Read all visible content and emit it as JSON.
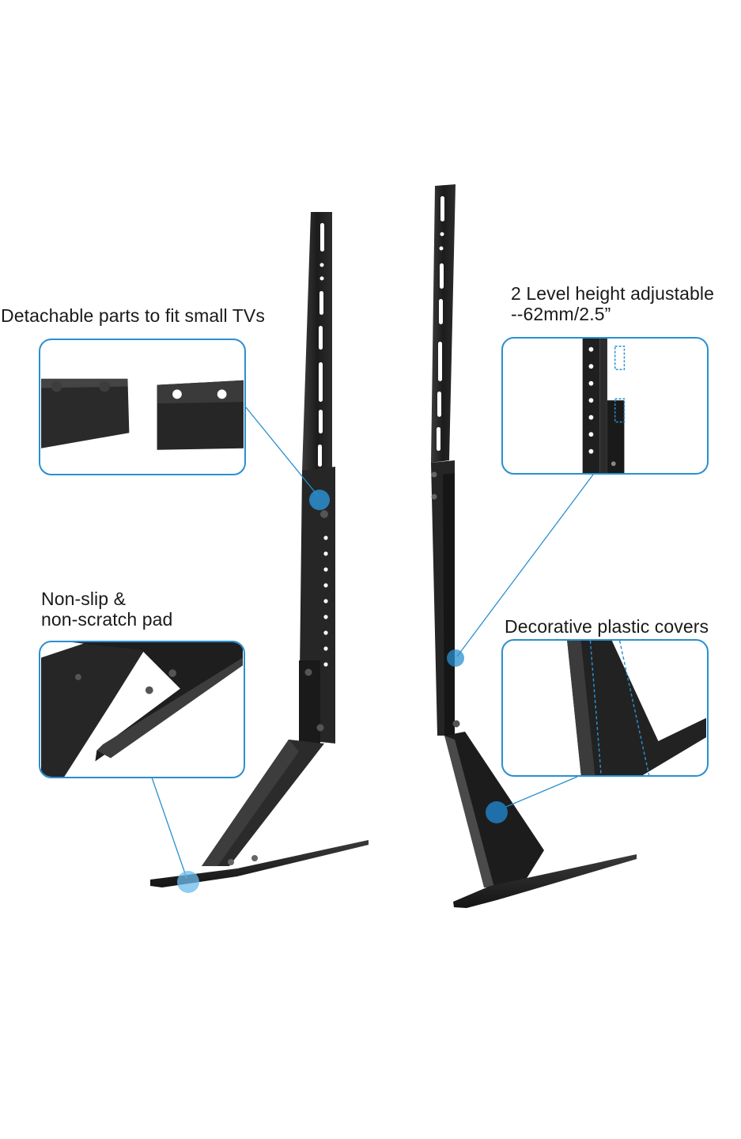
{
  "callouts": {
    "detachable": {
      "text": "Detachable parts to fit small TVs"
    },
    "height": {
      "line1": "2 Level height adjustable",
      "line2": "--62mm/2.5”"
    },
    "pad": {
      "line1": "Non-slip &",
      "line2": "non-scratch pad"
    },
    "covers": {
      "text": "Decorative plastic covers"
    }
  },
  "colors": {
    "accent": "#2a8fd0",
    "dot": "#1f6fa8",
    "metal": "#1e1e1e",
    "metal_light": "#3a3a3a"
  }
}
